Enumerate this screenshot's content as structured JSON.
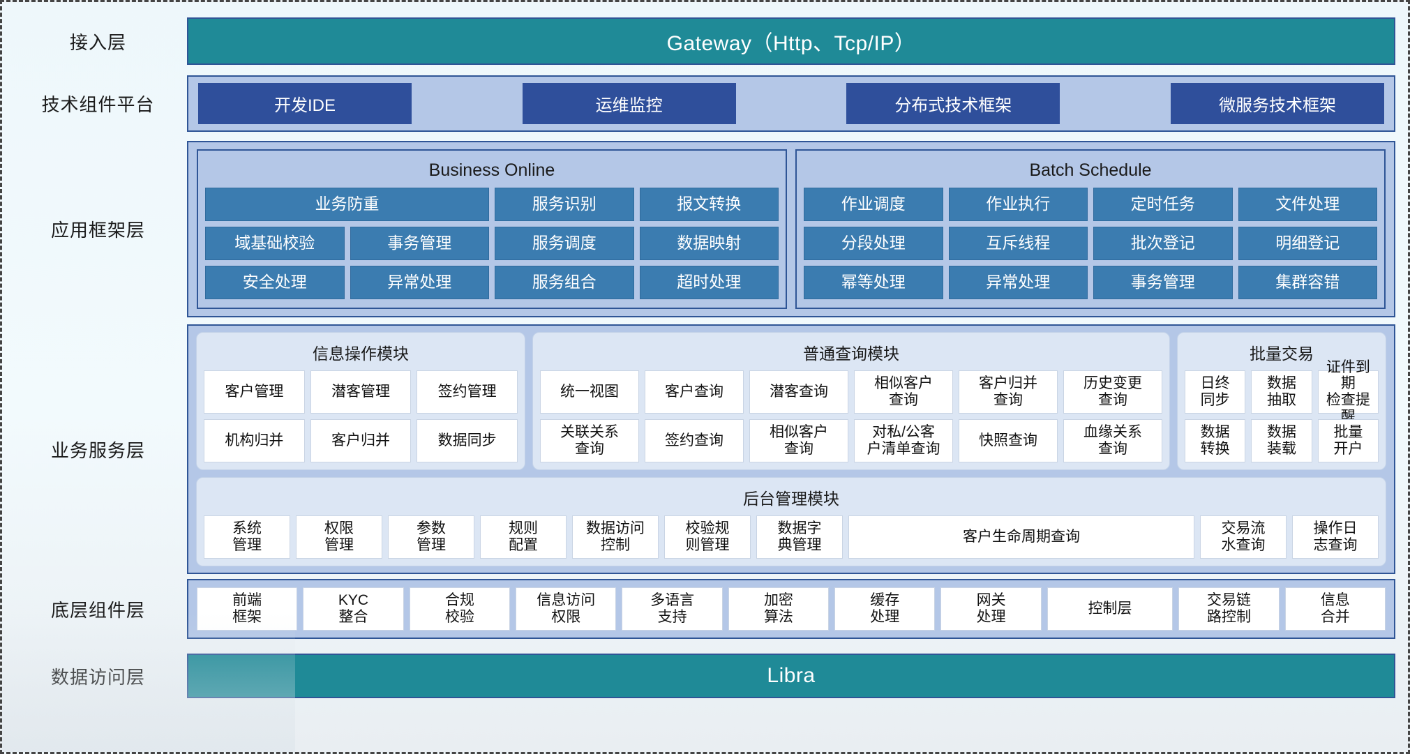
{
  "layers": {
    "access": {
      "label": "接入层",
      "bar": "Gateway（Http、Tcp/IP）"
    },
    "tech": {
      "label": "技术组件平台",
      "items": [
        "开发IDE",
        "运维监控",
        "分布式技术框架",
        "微服务技术框架"
      ]
    },
    "appframe": {
      "label": "应用框架层",
      "online": {
        "title": "Business Online",
        "wide": "业务防重",
        "row1_right": [
          "服务识别",
          "报文转换"
        ],
        "row2": [
          "域基础校验",
          "事务管理",
          "服务调度",
          "数据映射"
        ],
        "row3": [
          "安全处理",
          "异常处理",
          "服务组合",
          "超时处理"
        ]
      },
      "batch": {
        "title": "Batch Schedule",
        "row1": [
          "作业调度",
          "作业执行",
          "定时任务",
          "文件处理"
        ],
        "row2": [
          "分段处理",
          "互斥线程",
          "批次登记",
          "明细登记"
        ],
        "row3": [
          "幂等处理",
          "异常处理",
          "事务管理",
          "集群容错"
        ]
      }
    },
    "bizservice": {
      "label": "业务服务层",
      "info_module": {
        "title": "信息操作模块",
        "row1": [
          "客户管理",
          "潜客管理",
          "签约管理"
        ],
        "row2": [
          "机构归并",
          "客户归并",
          "数据同步"
        ]
      },
      "query_module": {
        "title": "普通查询模块",
        "row1": [
          "统一视图",
          "客户查询",
          "潜客查询",
          "相似客户\n查询",
          "客户归并\n查询",
          "历史变更\n查询"
        ],
        "row2": [
          "关联关系\n查询",
          "签约查询",
          "相似客户\n查询",
          "对私/公客\n户清单查询",
          "快照查询",
          "血缘关系\n查询"
        ]
      },
      "batch_trade": {
        "title": "批量交易",
        "row1": [
          "日终\n同步",
          "数据\n抽取",
          "证件到期\n检查提醒"
        ],
        "row2": [
          "数据\n转换",
          "数据\n装载",
          "批量\n开户"
        ]
      },
      "admin_module": {
        "title": "后台管理模块",
        "items": [
          "系统\n管理",
          "权限\n管理",
          "参数\n管理",
          "规则\n配置",
          "数据访问\n控制",
          "校验规\n则管理",
          "数据字\n典管理",
          "客户生命周期查询",
          "交易流\n水查询",
          "操作日\n志查询"
        ]
      }
    },
    "component": {
      "label": "底层组件层",
      "items": [
        "前端\n框架",
        "KYC\n整合",
        "合规\n校验",
        "信息访问\n权限",
        "多语言\n支持",
        "加密\n算法",
        "缓存\n处理",
        "网关\n处理",
        "控制层",
        "交易链\n路控制",
        "信息\n合并"
      ]
    },
    "dataaccess": {
      "label": "数据访问层",
      "bar": "Libra"
    }
  },
  "colors": {
    "teal": "#1f8a97",
    "panel_blue": "#b4c7e7",
    "chip_blue": "#3b7cb0",
    "pill_blue": "#2f4f9b",
    "border_blue": "#2f5596",
    "group_bg": "#dce6f4"
  }
}
